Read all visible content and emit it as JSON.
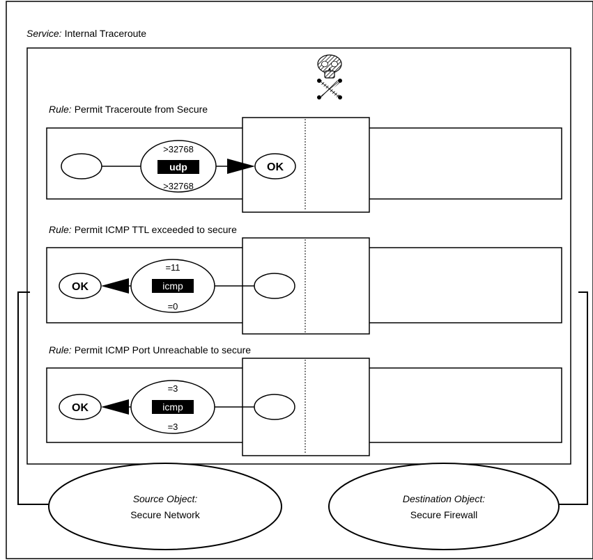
{
  "service": {
    "prefix": "Service:",
    "name": "Internal Traceroute",
    "icon": "skull-crossbones-icon"
  },
  "rules": [
    {
      "prefix": "Rule:",
      "title": "Permit Traceroute from Secure",
      "protocol": "udp",
      "top_value": ">32768",
      "bottom_value": ">32768",
      "ok_label": "OK",
      "direction": "source-to-destination"
    },
    {
      "prefix": "Rule:",
      "title": "Permit ICMP TTL exceeded to secure",
      "protocol": "icmp",
      "top_value": "=11",
      "bottom_value": "=0",
      "ok_label": "OK",
      "direction": "destination-to-source"
    },
    {
      "prefix": "Rule:",
      "title": "Permit ICMP Port Unreachable to secure",
      "protocol": "icmp",
      "top_value": "=3",
      "bottom_value": "=3",
      "ok_label": "OK",
      "direction": "destination-to-source"
    }
  ],
  "source_object": {
    "prefix": "Source Object:",
    "name": "Secure Network"
  },
  "destination_object": {
    "prefix": "Destination Object:",
    "name": "Secure Firewall"
  }
}
